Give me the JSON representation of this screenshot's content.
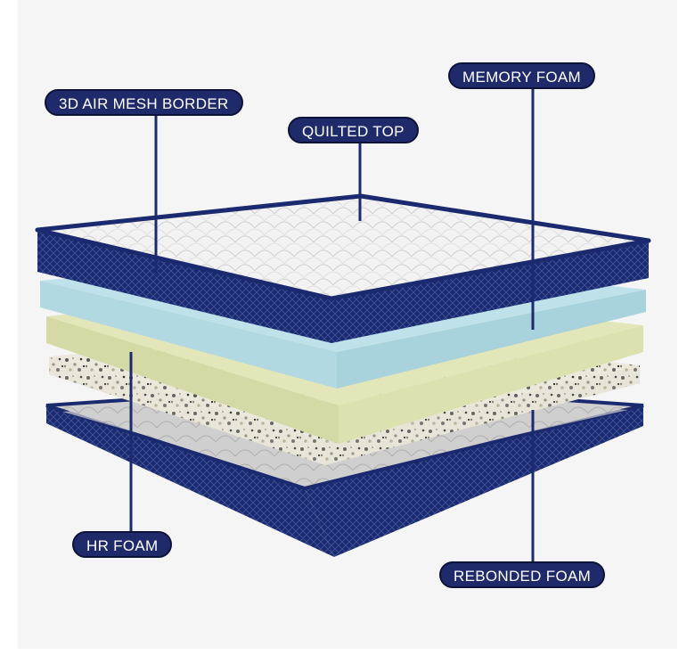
{
  "labels": {
    "air_mesh_border": "3D AIR MESH BORDER",
    "quilted_top": "QUILTED TOP",
    "memory_foam": "MEMORY FOAM",
    "hr_foam": "HR FOAM",
    "rebonded_foam": "REBONDED FOAM"
  },
  "colors": {
    "label_bg": "#1f2a6b",
    "border_navy": "#1b2a6e",
    "memory_foam": "#bfe2ea",
    "hr_foam": "#e2e6b8",
    "quilted_top": "#f1f1f1",
    "background": "#f5f5f5"
  }
}
